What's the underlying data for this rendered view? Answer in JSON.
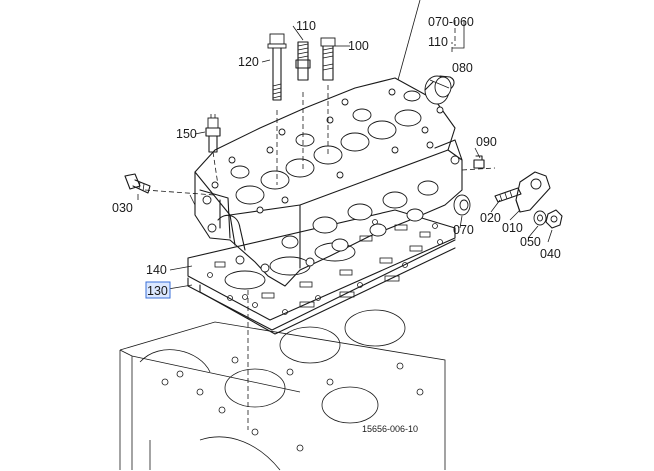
{
  "diagram": {
    "drawing_number": "15656-006-10",
    "selected_part": "130",
    "colors": {
      "line": "#1a1a1a",
      "highlight_fill": "#dbe8ff",
      "highlight_stroke": "#3a6fd8"
    },
    "labels": {
      "p070_060": "070-060",
      "p110_top": "110",
      "p110": "110",
      "p100": "100",
      "p120": "120",
      "p080": "080",
      "p150": "150",
      "p090": "090",
      "p030": "030",
      "p020": "020",
      "p010": "010",
      "p070": "070",
      "p050": "050",
      "p040": "040",
      "p140": "140",
      "p130": "130"
    }
  }
}
